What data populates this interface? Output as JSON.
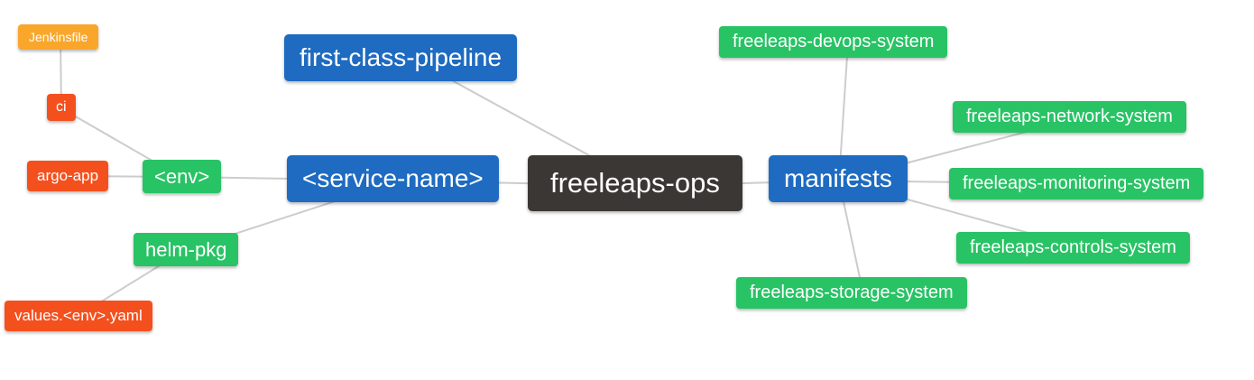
{
  "palette": {
    "root_bg": "#3B3734",
    "blue": "#1E6BC1",
    "green": "#28C365",
    "red": "#F4501E",
    "orange": "#F9A62B",
    "edge": "#CCCCCC",
    "text": "#FFFFFF"
  },
  "nodes": {
    "root": {
      "label": "freeleaps-ops",
      "color": "#3B3734"
    },
    "first_class_pipeline": {
      "label": "first-class-pipeline",
      "color": "#1E6BC1"
    },
    "service_name": {
      "label": "<service-name>",
      "color": "#1E6BC1"
    },
    "manifests": {
      "label": "manifests",
      "color": "#1E6BC1"
    },
    "env": {
      "label": "<env>",
      "color": "#28C365"
    },
    "helm_pkg": {
      "label": "helm-pkg",
      "color": "#28C365"
    },
    "jenkinsfile": {
      "label": "Jenkinsfile",
      "color": "#F9A62B"
    },
    "ci": {
      "label": "ci",
      "color": "#F4501E"
    },
    "argo_app": {
      "label": "argo-app",
      "color": "#F4501E"
    },
    "values_env_yaml": {
      "label": "values.<env>.yaml",
      "color": "#F4501E"
    },
    "devops_system": {
      "label": "freeleaps-devops-system",
      "color": "#28C365"
    },
    "network_system": {
      "label": "freeleaps-network-system",
      "color": "#28C365"
    },
    "monitoring_system": {
      "label": "freeleaps-monitoring-system",
      "color": "#28C365"
    },
    "controls_system": {
      "label": "freeleaps-controls-system",
      "color": "#28C365"
    },
    "storage_system": {
      "label": "freeleaps-storage-system",
      "color": "#28C365"
    }
  },
  "edges": [
    [
      "jenkinsfile",
      "ci"
    ],
    [
      "ci",
      "env"
    ],
    [
      "argo_app",
      "env"
    ],
    [
      "env",
      "service_name"
    ],
    [
      "helm_pkg",
      "service_name"
    ],
    [
      "values_env_yaml",
      "helm_pkg"
    ],
    [
      "first_class_pipeline",
      "root"
    ],
    [
      "service_name",
      "root"
    ],
    [
      "root",
      "manifests"
    ],
    [
      "manifests",
      "devops_system"
    ],
    [
      "manifests",
      "network_system"
    ],
    [
      "manifests",
      "monitoring_system"
    ],
    [
      "manifests",
      "controls_system"
    ],
    [
      "manifests",
      "storage_system"
    ]
  ]
}
